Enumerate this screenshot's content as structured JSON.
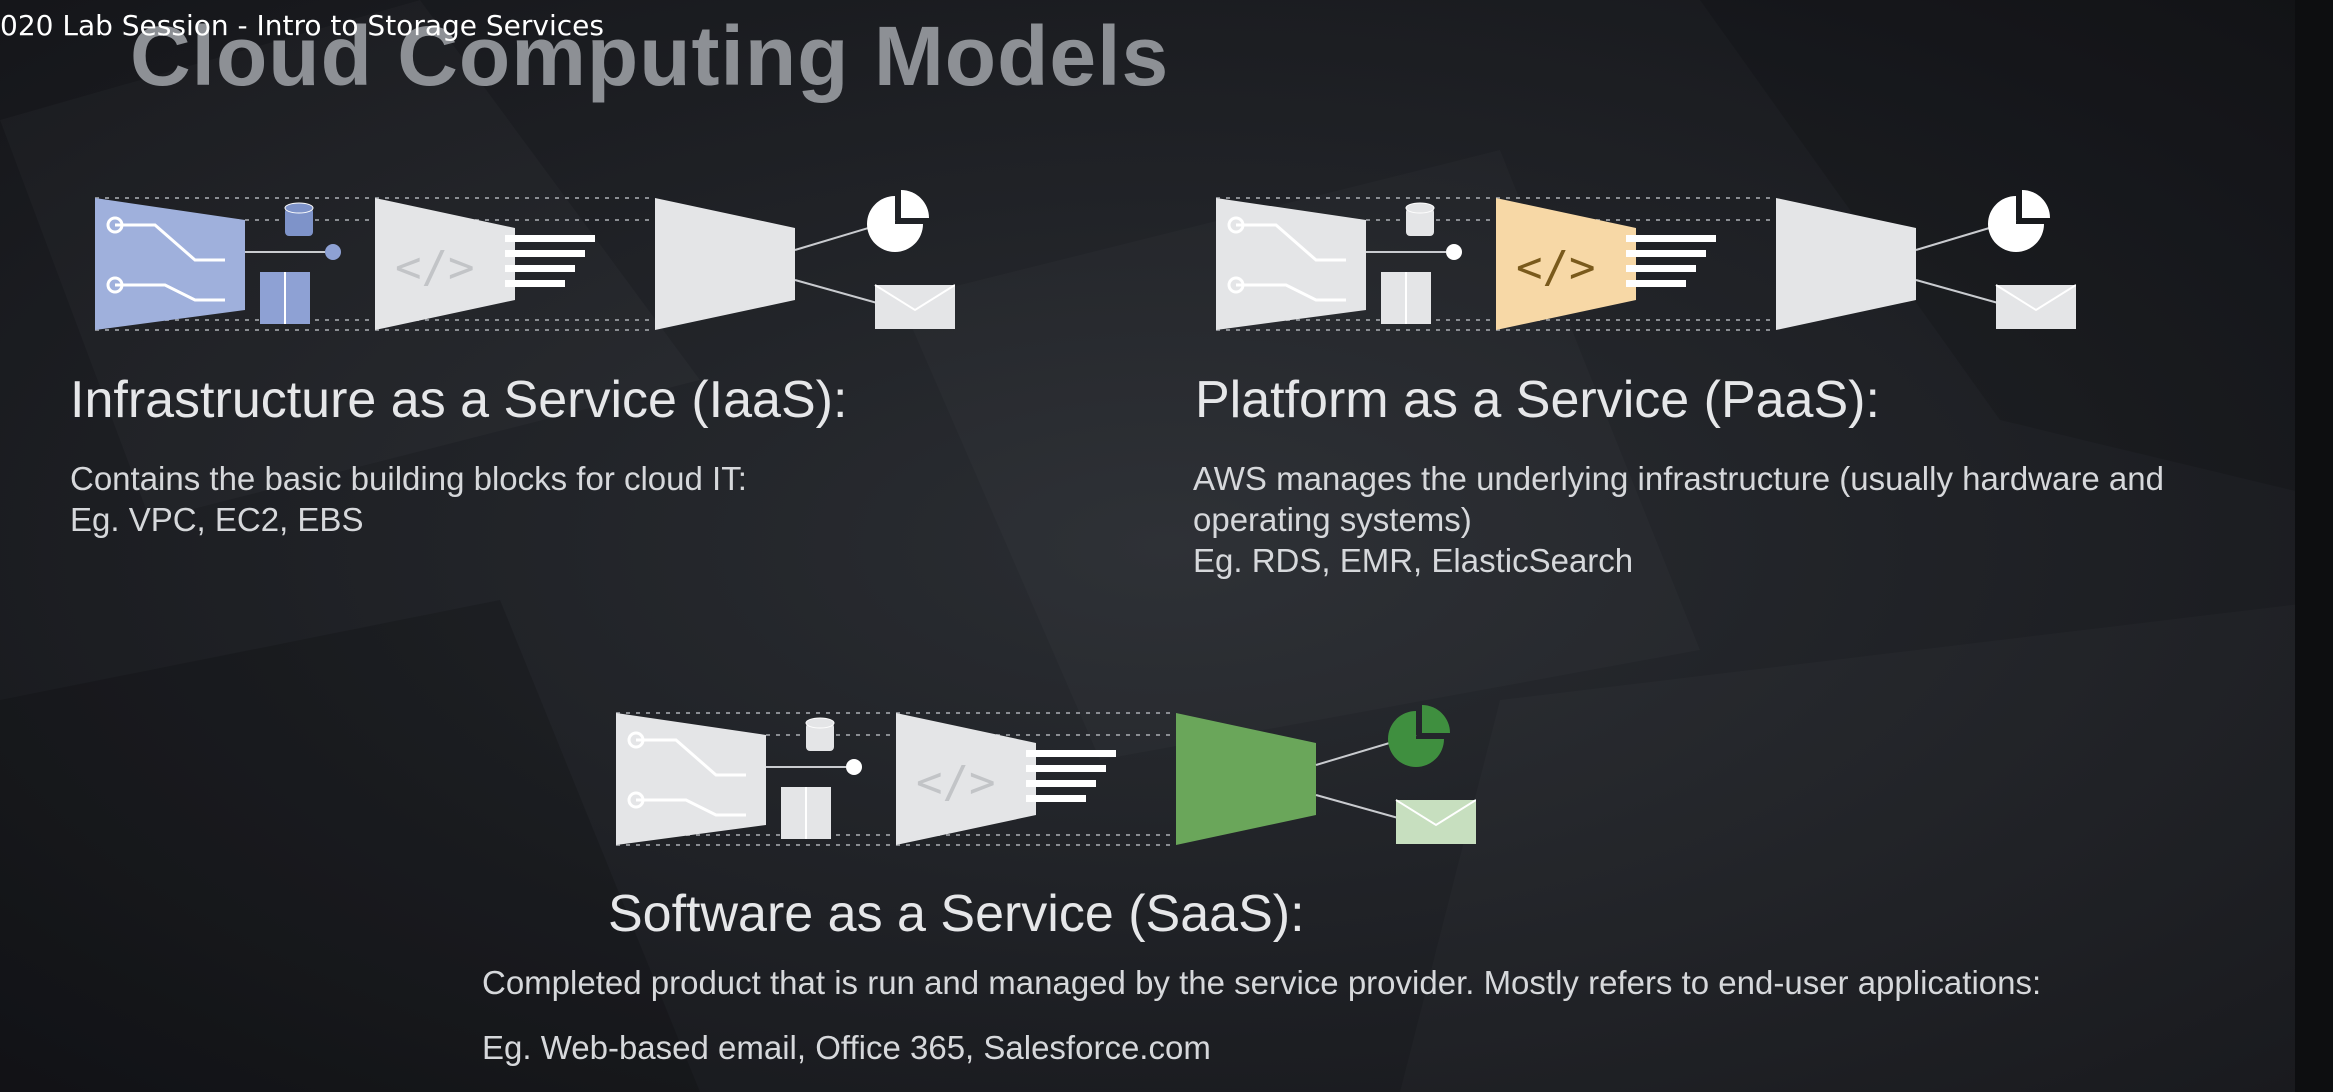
{
  "video": {
    "title": "020 Lab Session - Intro to Storage Services"
  },
  "slide": {
    "title": "Cloud Computing Models",
    "models": [
      {
        "heading": "Infrastructure as a Service (IaaS):",
        "lines": [
          "Contains the basic building blocks for cloud IT:",
          "Eg. VPC, EC2, EBS"
        ],
        "highlight": "infrastructure",
        "highlight_color": "#9fb0dc"
      },
      {
        "heading": "Platform as a Service (PaaS):",
        "lines": [
          "AWS manages the underlying infrastructure (usually hardware and",
          "operating systems)",
          "Eg. RDS, EMR, ElasticSearch"
        ],
        "highlight": "platform",
        "highlight_color": "#f7d8a6"
      },
      {
        "heading": "Software as a Service (SaaS):",
        "lines": [
          "Completed product that is run and managed by the service provider. Mostly refers to end-user applications:",
          "Eg. Web-based email, Office 365, Salesforce.com"
        ],
        "highlight": "software",
        "highlight_color": "#6aa65a"
      }
    ],
    "diagram_icons": [
      "circuit-icon",
      "database-icon",
      "server-icon",
      "code-icon",
      "pie-chart-icon",
      "envelope-icon"
    ]
  }
}
